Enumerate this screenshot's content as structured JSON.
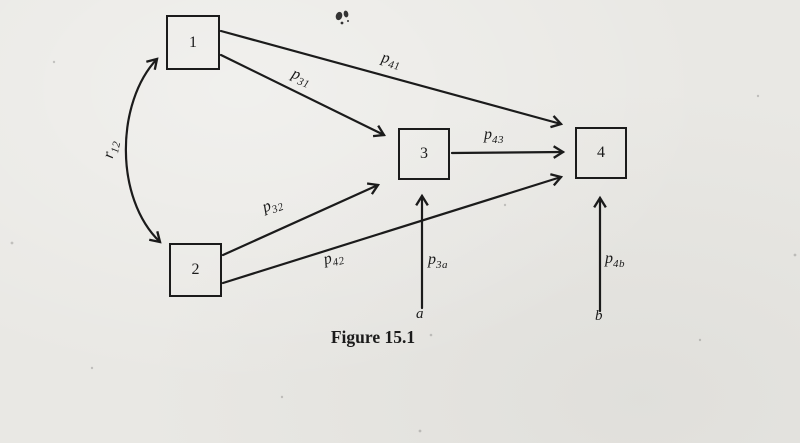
{
  "page": {
    "colors": {
      "ink": "#1b1b1b",
      "paper": "#e9e8e4"
    }
  },
  "figure": {
    "caption": "Figure 15.1",
    "nodes": [
      {
        "id": "1",
        "label": "1"
      },
      {
        "id": "2",
        "label": "2"
      },
      {
        "id": "3",
        "label": "3"
      },
      {
        "id": "4",
        "label": "4"
      }
    ],
    "path_labels": {
      "p41": {
        "base": "p",
        "sub": "41"
      },
      "p31": {
        "base": "p",
        "sub": "31"
      },
      "p32": {
        "base": "p",
        "sub": "32"
      },
      "p42": {
        "base": "p",
        "sub": "42"
      },
      "p43": {
        "base": "p",
        "sub": "43"
      },
      "p3a": {
        "base": "p",
        "sub": "3a"
      },
      "p4b": {
        "base": "p",
        "sub": "4b"
      },
      "r12": {
        "base": "r",
        "sub": "12"
      }
    },
    "residuals": {
      "a": "a",
      "b": "b"
    }
  }
}
